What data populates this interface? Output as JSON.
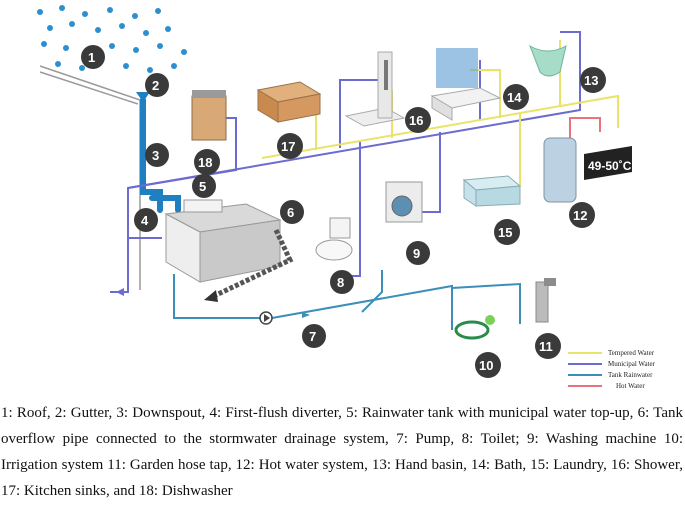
{
  "badges": {
    "b1": "1",
    "b2": "2",
    "b3": "3",
    "b4": "4",
    "b5": "5",
    "b6": "6",
    "b7": "7",
    "b8": "8",
    "b9": "9",
    "b10": "10",
    "b11": "11",
    "b12": "12",
    "b13": "13",
    "b14": "14",
    "b15": "15",
    "b16": "16",
    "b17": "17",
    "b18": "18"
  },
  "hot_water_temp": "49-50˚C",
  "legend": {
    "tempered": "Tempered Water",
    "municipal": "Municipal Water",
    "tank": "Tank Rainwater",
    "hot": "Hot Water"
  },
  "colors": {
    "tempered": "#e8e46a",
    "municipal": "#6b6bd0",
    "tank": "#3b8fb8",
    "hot": "#e8737a",
    "badge": "#3a3a3a"
  },
  "caption": "1: Roof, 2: Gutter, 3: Downspout, 4: First-flush diverter, 5: Rainwater tank with municipal water top-up, 6: Tank overflow pipe connected to the stormwater drainage system, 7: Pump, 8: Toilet; 9: Washing machine 10: Irrigation system 11: Garden hose tap, 12: Hot water system, 13: Hand basin, 14: Bath, 15: Laundry, 16: Shower, 17: Kitchen sinks, and 18: Dishwasher"
}
